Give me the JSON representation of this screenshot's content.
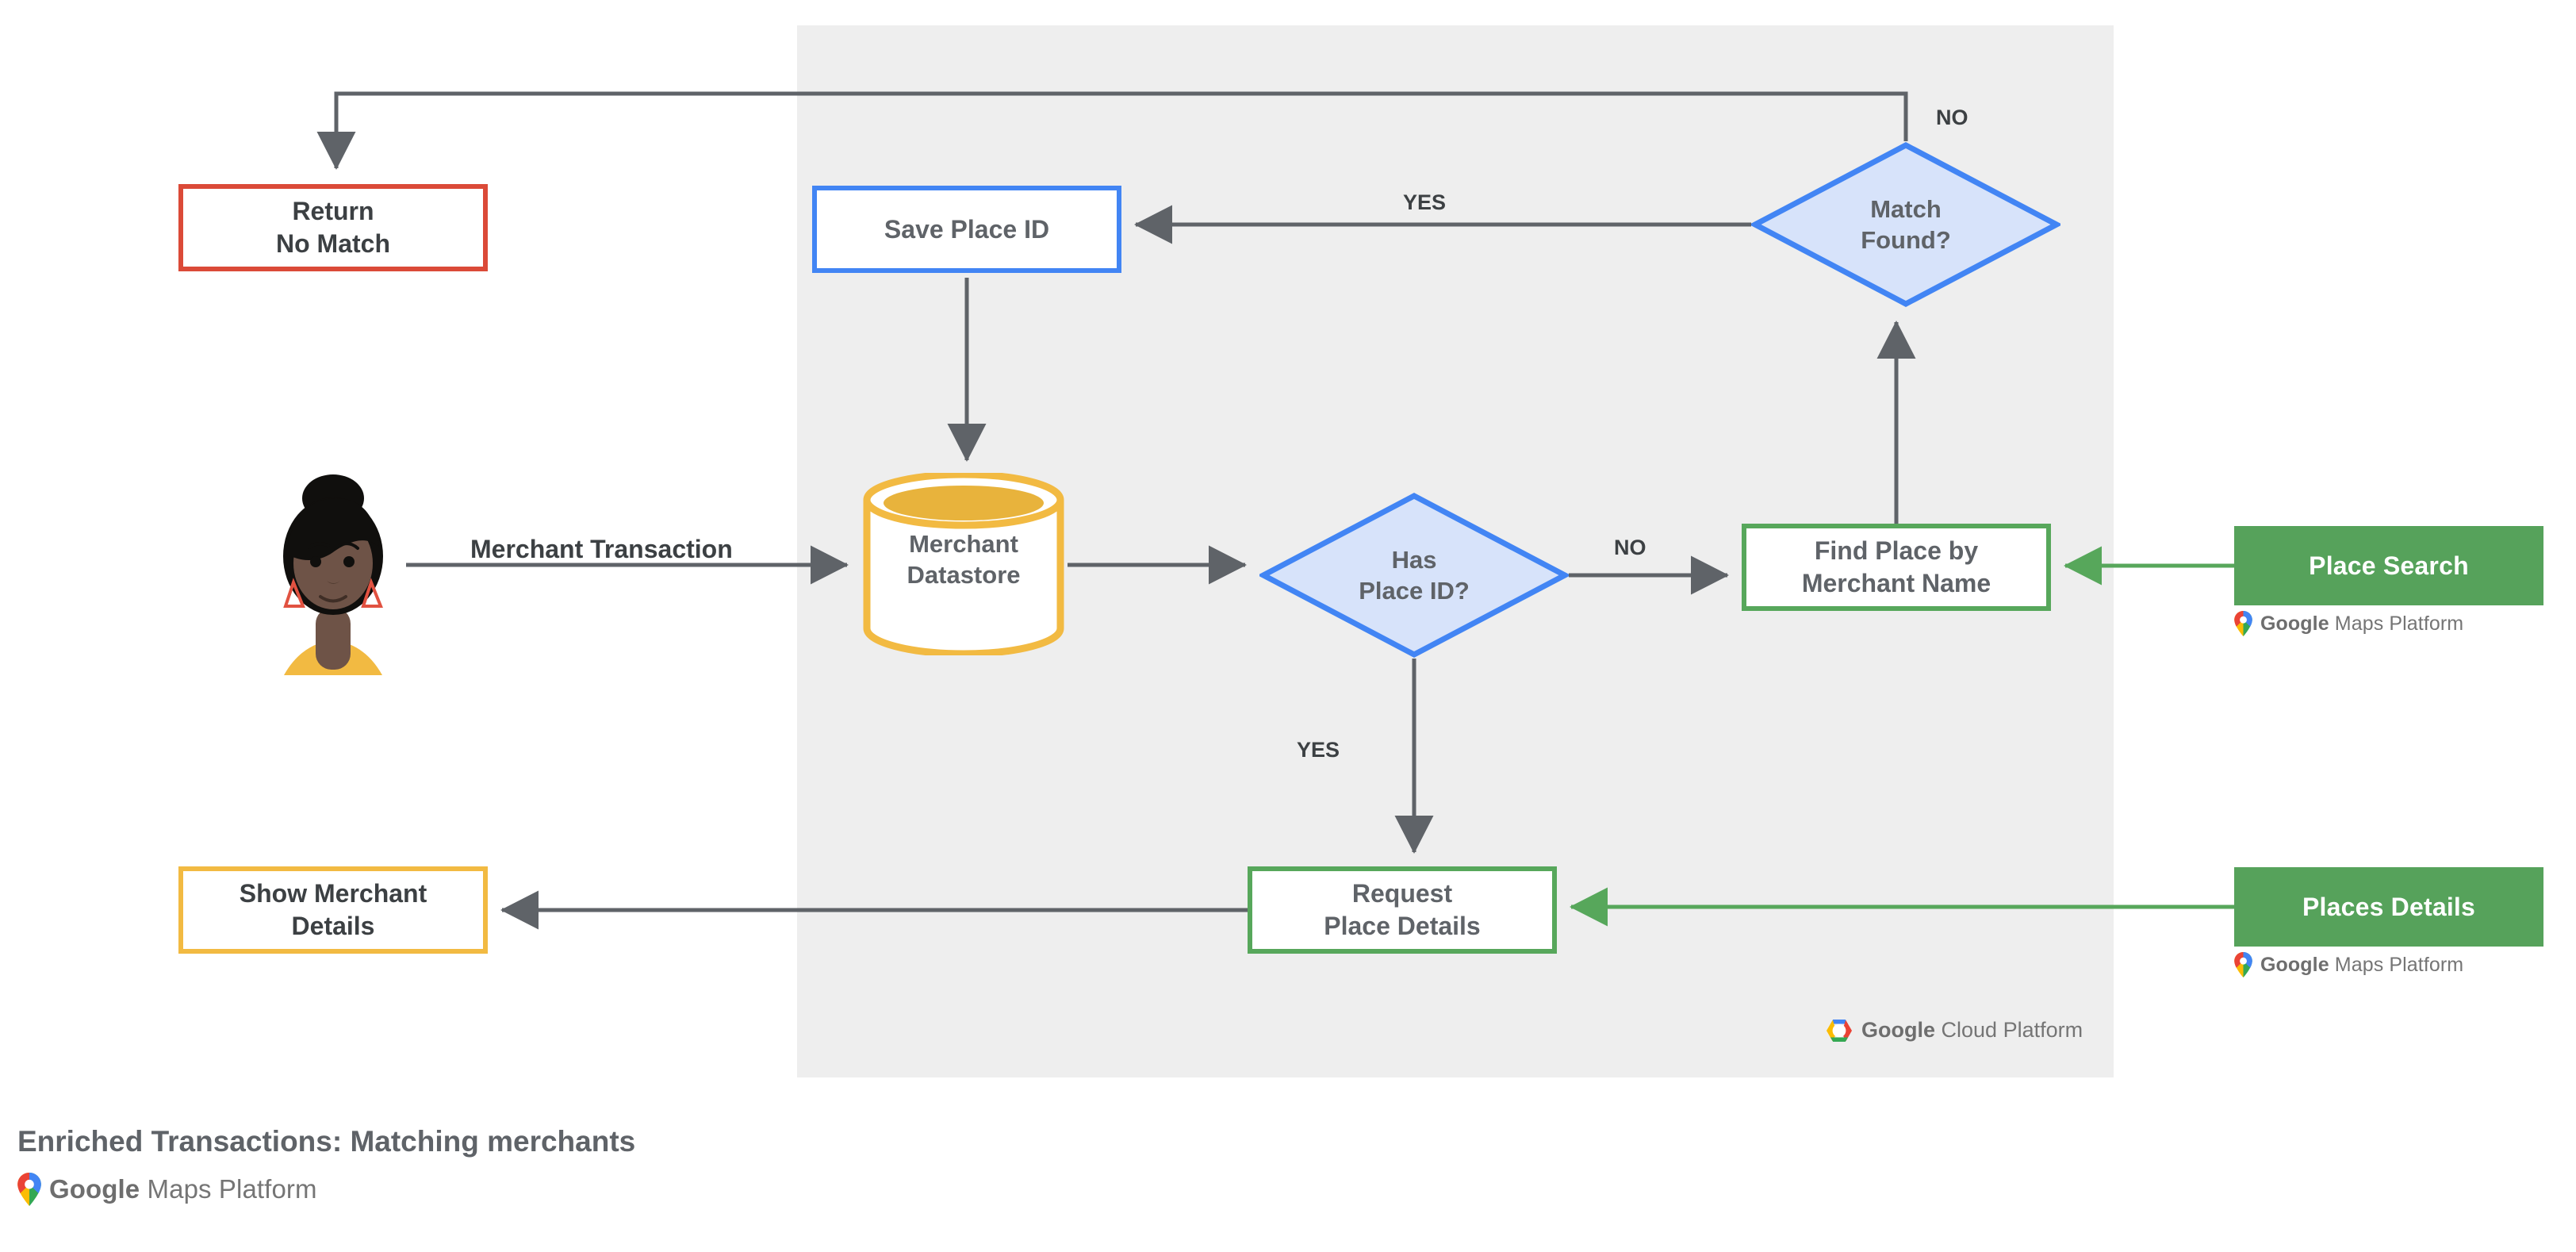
{
  "diagram": {
    "title": "Enriched Transactions: Matching merchants",
    "platform_panel_label": "Google Cloud Platform",
    "colors": {
      "panel_background": "#EEEEEE",
      "page_background": "#FFFFFF",
      "red_outline": "#DB4A38",
      "yellow_outline": "#F2BA42",
      "blue_outline": "#4285F4",
      "blue_fill": "#D7E3FA",
      "green_outline": "#57A75B",
      "green_fill": "#56A25B",
      "connector": "#5F6368",
      "text": "#5F6368",
      "text_dark": "#3C4043"
    }
  },
  "nodes": {
    "return_no_match": {
      "label": "Return\nNo Match",
      "shape": "rectangle",
      "accent": "#DB4A38"
    },
    "show_merchant_details": {
      "label": "Show Merchant\nDetails",
      "shape": "rectangle",
      "accent": "#F2BA42"
    },
    "save_place_id": {
      "label": "Save Place ID",
      "shape": "rectangle",
      "accent": "#4285F4"
    },
    "merchant_datastore": {
      "label": "Merchant\nDatastore",
      "shape": "cylinder",
      "accent": "#F2BA42"
    },
    "has_place_id": {
      "label": "Has\nPlace ID?",
      "shape": "diamond",
      "accent": "#4285F4"
    },
    "find_place_by_merchant_name": {
      "label": "Find Place by\nMerchant Name",
      "shape": "rectangle",
      "accent": "#57A75B"
    },
    "match_found": {
      "label": "Match\nFound?",
      "shape": "diamond",
      "accent": "#4285F4"
    },
    "request_place_details": {
      "label": "Request\nPlace Details",
      "shape": "rectangle",
      "accent": "#57A75B"
    }
  },
  "api_cards": {
    "place_search": {
      "label": "Place Search",
      "lockup_brand": "Google",
      "lockup_product": "Maps Platform"
    },
    "places_details": {
      "label": "Places Details",
      "lockup_brand": "Google",
      "lockup_product": "Maps Platform"
    }
  },
  "gcp_lockup": {
    "brand": "Google",
    "product": "Cloud Platform"
  },
  "caption": {
    "title": "Enriched Transactions: Matching merchants",
    "lockup_brand": "Google",
    "lockup_product": "Maps Platform"
  },
  "edge_labels": {
    "merchant_transaction": "Merchant Transaction",
    "match_found_yes": "YES",
    "match_found_no": "NO",
    "has_place_id_no": "NO",
    "has_place_id_yes": "YES"
  },
  "actor": {
    "name": "Merchant customer avatar"
  }
}
